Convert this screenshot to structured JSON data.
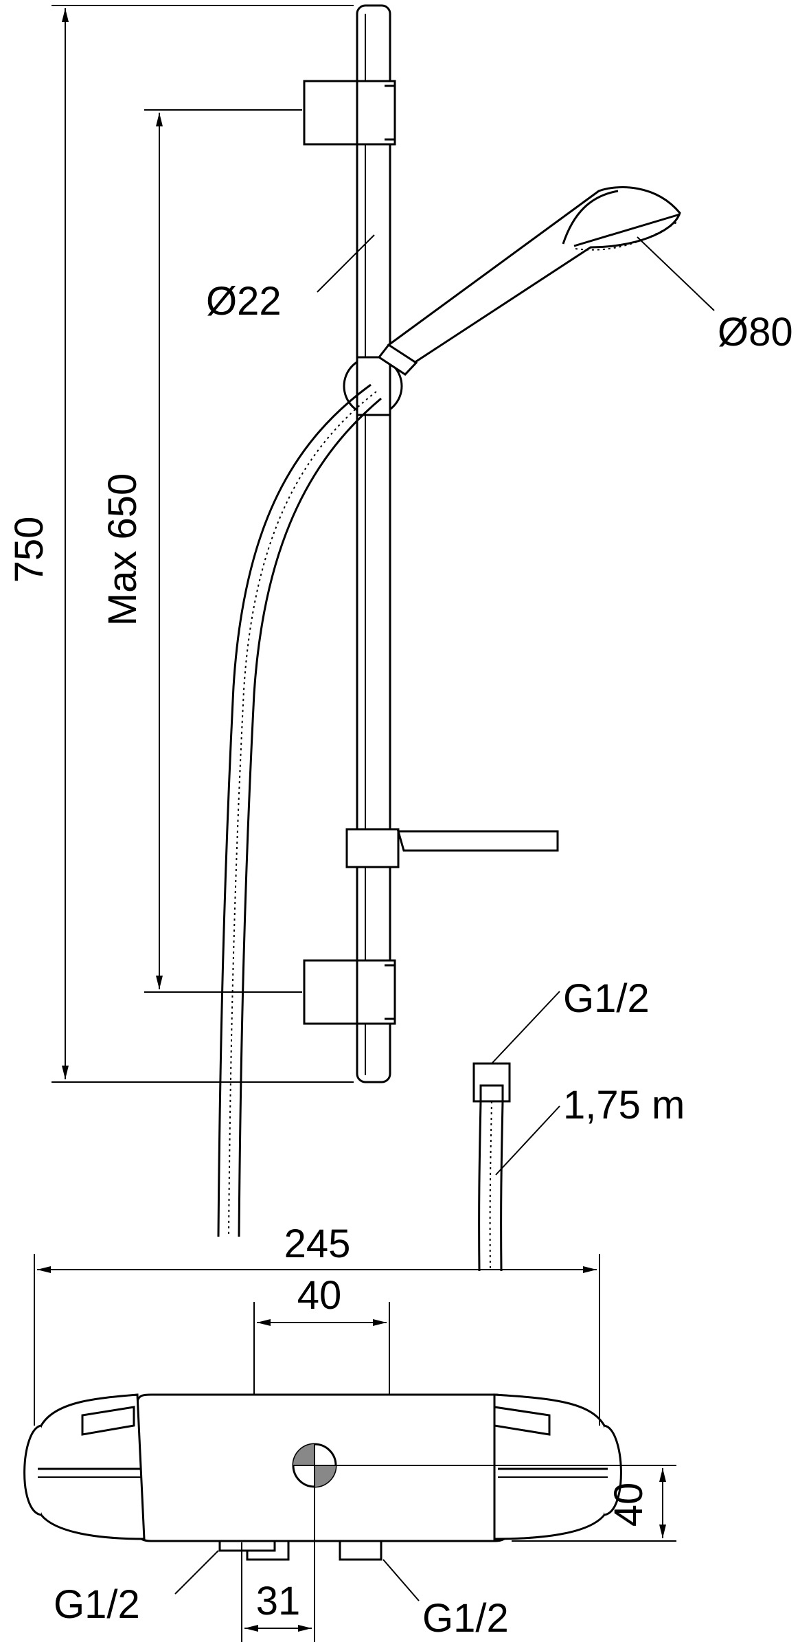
{
  "dimensions": {
    "bar_length": "750",
    "bracket_spacing": "Max 650",
    "bar_diameter": "Ø22",
    "handshower_diameter": "Ø80",
    "mixer_width": "245",
    "handle_spacing": "40",
    "outlet_height": "40",
    "outlet_offset": "31"
  },
  "connections": {
    "hose_thread": "G1/2",
    "hose_length": "1,75 m",
    "inlet_left": "G1/2",
    "inlet_right": "G1/2"
  }
}
